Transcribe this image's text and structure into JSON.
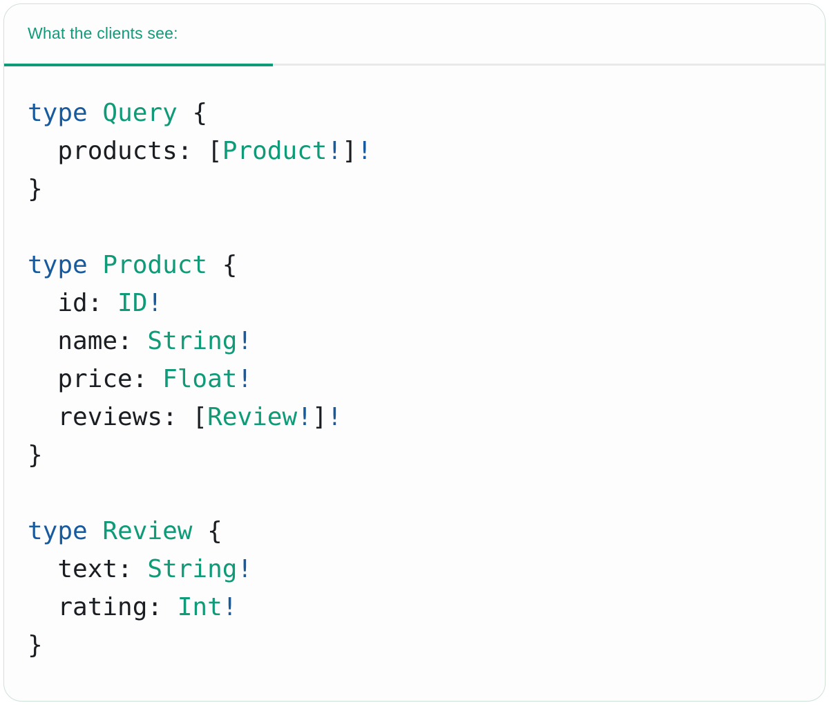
{
  "header": {
    "tab_label": "What the clients see:"
  },
  "colors": {
    "accent_teal": "#0f9a78",
    "header_teal": "#12997b",
    "keyword_blue": "#175a9e",
    "plain_text": "#1a1d21",
    "divider_gray": "#e9e9e9",
    "card_border": "#cfe0d5"
  },
  "code": {
    "language": "graphql",
    "lines": [
      [
        {
          "t": "type",
          "c": "kw"
        },
        {
          "t": " ",
          "c": "plain"
        },
        {
          "t": "Query",
          "c": "type"
        },
        {
          "t": " {",
          "c": "plain"
        }
      ],
      [
        {
          "t": "  products: [",
          "c": "plain"
        },
        {
          "t": "Product",
          "c": "type"
        },
        {
          "t": "!",
          "c": "kw"
        },
        {
          "t": "]",
          "c": "plain"
        },
        {
          "t": "!",
          "c": "kw"
        }
      ],
      [
        {
          "t": "}",
          "c": "plain"
        }
      ],
      [],
      [
        {
          "t": "type",
          "c": "kw"
        },
        {
          "t": " ",
          "c": "plain"
        },
        {
          "t": "Product",
          "c": "type"
        },
        {
          "t": " {",
          "c": "plain"
        }
      ],
      [
        {
          "t": "  id: ",
          "c": "plain"
        },
        {
          "t": "ID",
          "c": "type"
        },
        {
          "t": "!",
          "c": "kw"
        }
      ],
      [
        {
          "t": "  name: ",
          "c": "plain"
        },
        {
          "t": "String",
          "c": "type"
        },
        {
          "t": "!",
          "c": "kw"
        }
      ],
      [
        {
          "t": "  price: ",
          "c": "plain"
        },
        {
          "t": "Float",
          "c": "type"
        },
        {
          "t": "!",
          "c": "kw"
        }
      ],
      [
        {
          "t": "  reviews: [",
          "c": "plain"
        },
        {
          "t": "Review",
          "c": "type"
        },
        {
          "t": "!",
          "c": "kw"
        },
        {
          "t": "]",
          "c": "plain"
        },
        {
          "t": "!",
          "c": "kw"
        }
      ],
      [
        {
          "t": "}",
          "c": "plain"
        }
      ],
      [],
      [
        {
          "t": "type",
          "c": "kw"
        },
        {
          "t": " ",
          "c": "plain"
        },
        {
          "t": "Review",
          "c": "type"
        },
        {
          "t": " {",
          "c": "plain"
        }
      ],
      [
        {
          "t": "  text: ",
          "c": "plain"
        },
        {
          "t": "String",
          "c": "type"
        },
        {
          "t": "!",
          "c": "kw"
        }
      ],
      [
        {
          "t": "  rating: ",
          "c": "plain"
        },
        {
          "t": "Int",
          "c": "type"
        },
        {
          "t": "!",
          "c": "kw"
        }
      ],
      [
        {
          "t": "}",
          "c": "plain"
        }
      ]
    ]
  }
}
